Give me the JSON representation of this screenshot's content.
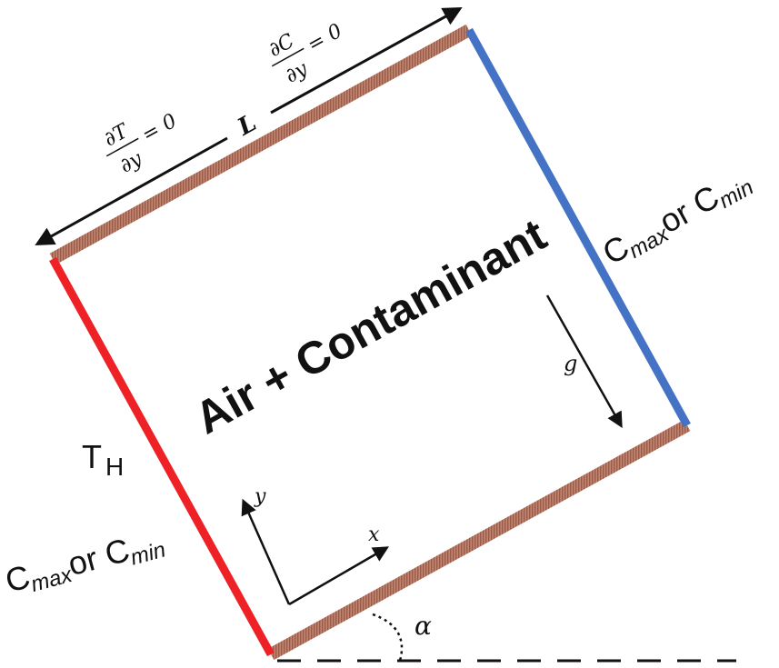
{
  "labels": {
    "center": "Air + Contaminant",
    "length": "L",
    "th_main": "T",
    "th_sub": "H",
    "gravity": "g",
    "angle": "α",
    "axis_x": "x",
    "axis_y": "y",
    "bc_top_T": {
      "num": "∂T",
      "den": "∂y",
      "rhs": "= 0"
    },
    "bc_top_C": {
      "num": "∂C",
      "den": "∂y",
      "rhs": "= 0"
    },
    "right_c": {
      "c1": "C",
      "s1": "max",
      "mid": "or C",
      "s2": "min"
    },
    "left_c": {
      "c1": "C",
      "s1": "max",
      "mid": "or C",
      "s2": "min"
    }
  },
  "colors": {
    "hot_wall": "#ee2226",
    "cold_wall": "#4472c4",
    "adiabatic_wall": "#b97a66",
    "adiabatic_stripe": "#9a5c48",
    "text": "#111111"
  }
}
